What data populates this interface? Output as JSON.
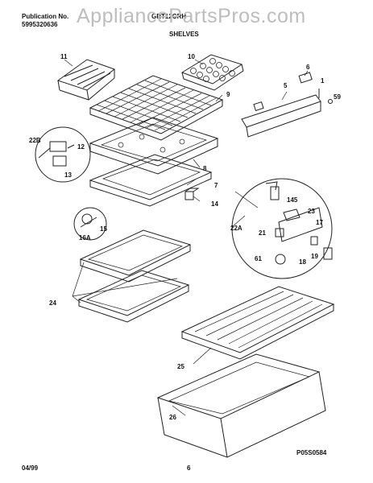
{
  "header": {
    "pub_label": "Publication No.",
    "pub_number": "5995320636",
    "model": "GRT12CRH",
    "section": "SHELVES",
    "watermark": "AppliancePartsPros.com"
  },
  "labels": {
    "l11": "11",
    "l10": "10",
    "l6": "6",
    "l1": "1",
    "l5": "5",
    "l59": "59",
    "l9": "9",
    "l22B": "22B",
    "l12": "12",
    "l13": "13",
    "l8": "8",
    "l7": "7",
    "l14": "14",
    "l145": "145",
    "l23": "23",
    "l17": "17",
    "l22A": "22A",
    "l21": "21",
    "l15": "15",
    "l16A": "16A",
    "l61": "61",
    "l18": "18",
    "l19": "19",
    "l24": "24",
    "l25": "25",
    "l26": "26"
  },
  "footer": {
    "date": "04/99",
    "page": "6",
    "figure_code": "P05S0584"
  }
}
